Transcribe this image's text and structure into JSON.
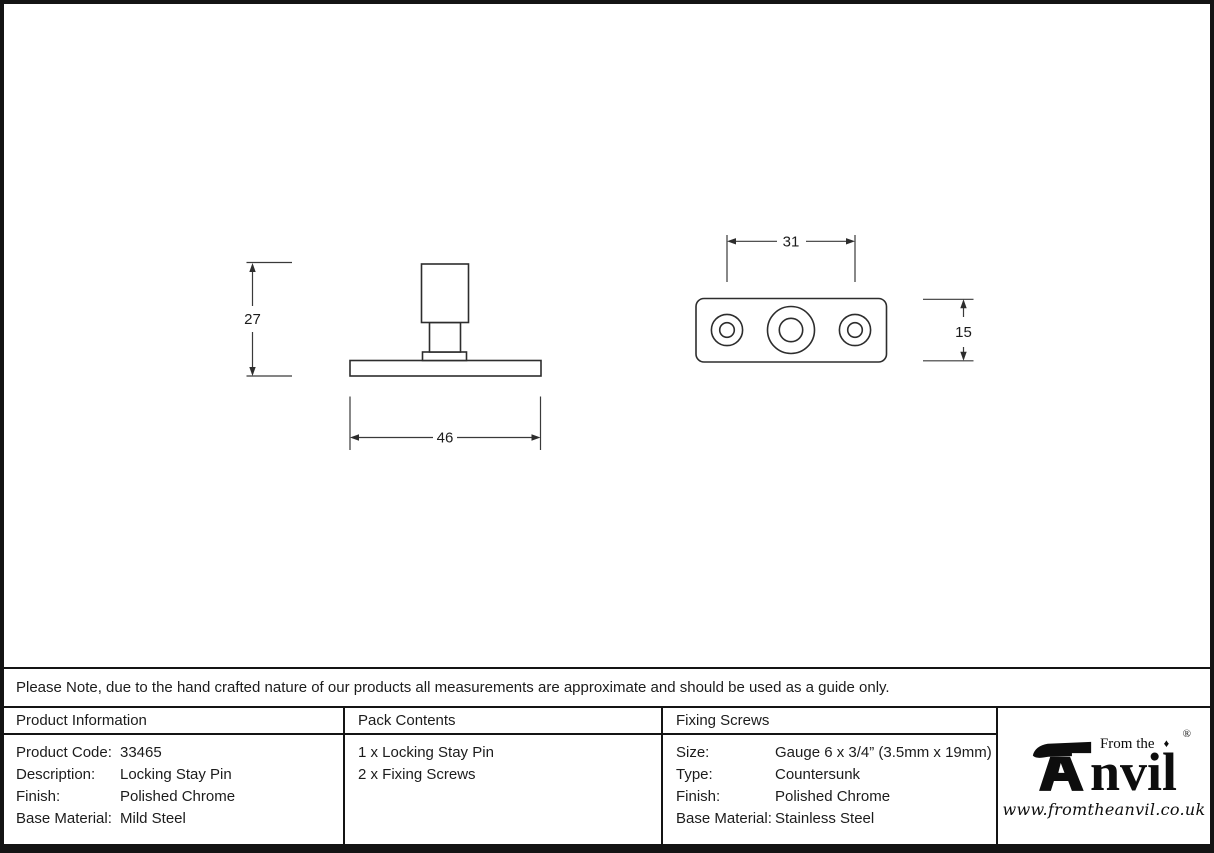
{
  "drawings": {
    "side_view": {
      "height_dim": "27",
      "width_dim": "46"
    },
    "plate_view": {
      "hole_spacing_dim": "31",
      "height_dim": "15"
    }
  },
  "note": "Please Note, due to the hand crafted nature of our products all measurements are approximate and should be used as a guide only.",
  "table": {
    "product_information": {
      "header": "Product Information",
      "rows": [
        {
          "label": "Product Code:",
          "value": "33465"
        },
        {
          "label": "Description:",
          "value": "Locking Stay Pin"
        },
        {
          "label": "Finish:",
          "value": "Polished Chrome"
        },
        {
          "label": "Base Material:",
          "value": "Mild Steel"
        }
      ]
    },
    "pack_contents": {
      "header": "Pack Contents",
      "items": [
        "1 x Locking Stay Pin",
        "2 x Fixing Screws"
      ]
    },
    "fixing_screws": {
      "header": "Fixing Screws",
      "rows": [
        {
          "label": "Size:",
          "value": "Gauge 6 x 3/4” (3.5mm x 19mm)"
        },
        {
          "label": "Type:",
          "value": "Countersunk"
        },
        {
          "label": "Finish:",
          "value": "Polished Chrome"
        },
        {
          "label": "Base Material:",
          "value": "Stainless Steel"
        }
      ]
    }
  },
  "logo": {
    "from_the": "From the",
    "diamond": "♦",
    "brand_suffix": "nvil",
    "registered": "®",
    "website": "www.fromtheanvil.co.uk"
  },
  "colors": {
    "border": "#141414",
    "line": "#2d2d2d",
    "text": "#1c1c1c",
    "background": "#ffffff"
  }
}
